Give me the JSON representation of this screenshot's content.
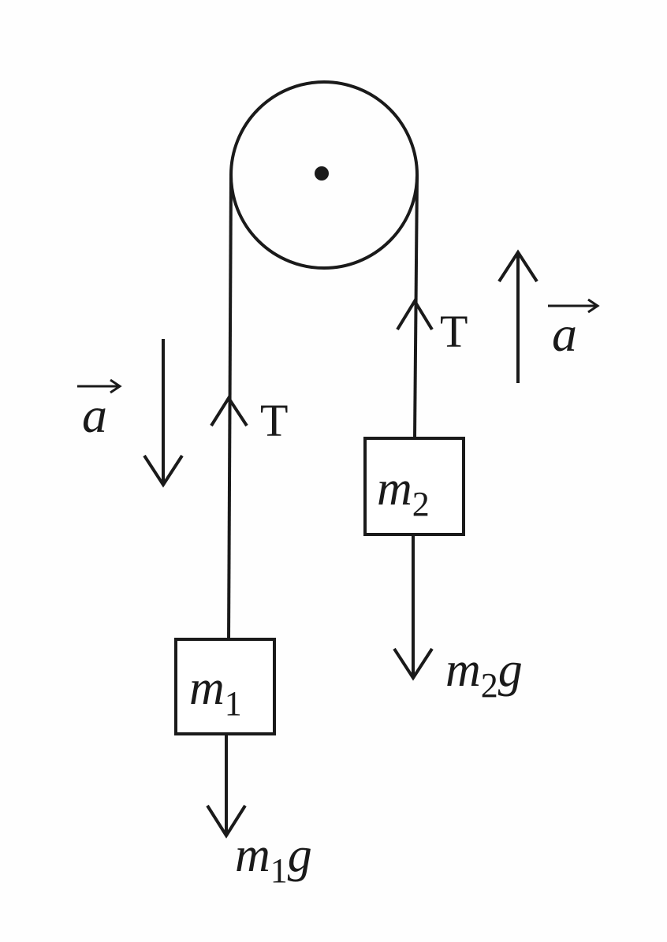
{
  "labels": {
    "tension_left": "T",
    "tension_right": "T",
    "accel_left_symbol": "a",
    "accel_right_symbol": "a",
    "mass_1": {
      "base": "m",
      "sub": "1"
    },
    "mass_2": {
      "base": "m",
      "sub": "2"
    },
    "weight_1": {
      "base": "m",
      "sub": "1",
      "tail": "g"
    },
    "weight_2": {
      "base": "m",
      "sub": "2",
      "tail": "g"
    }
  }
}
